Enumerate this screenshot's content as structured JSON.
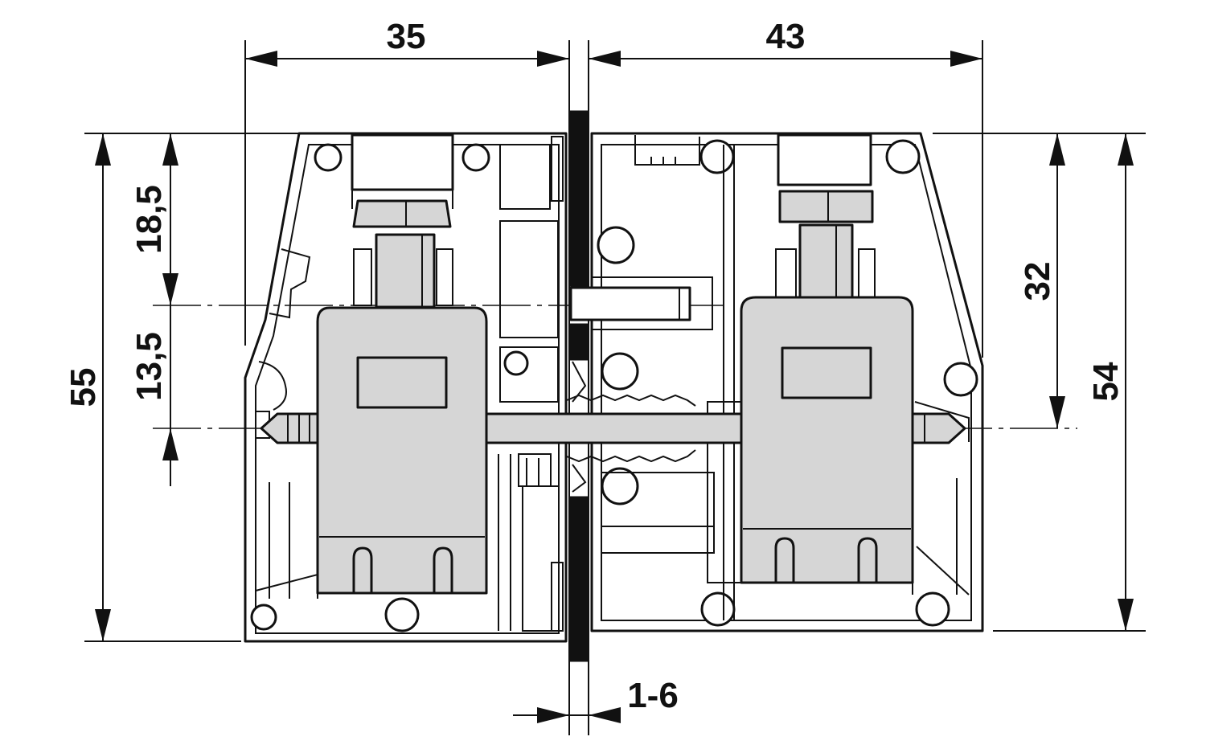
{
  "dimensions": {
    "left_width": "35",
    "right_width": "43",
    "total_height": "55",
    "upper_height": "18,5",
    "lower_height": "13,5",
    "right_inner_height": "32",
    "right_total_height": "54",
    "rail_thickness": "1-6"
  }
}
